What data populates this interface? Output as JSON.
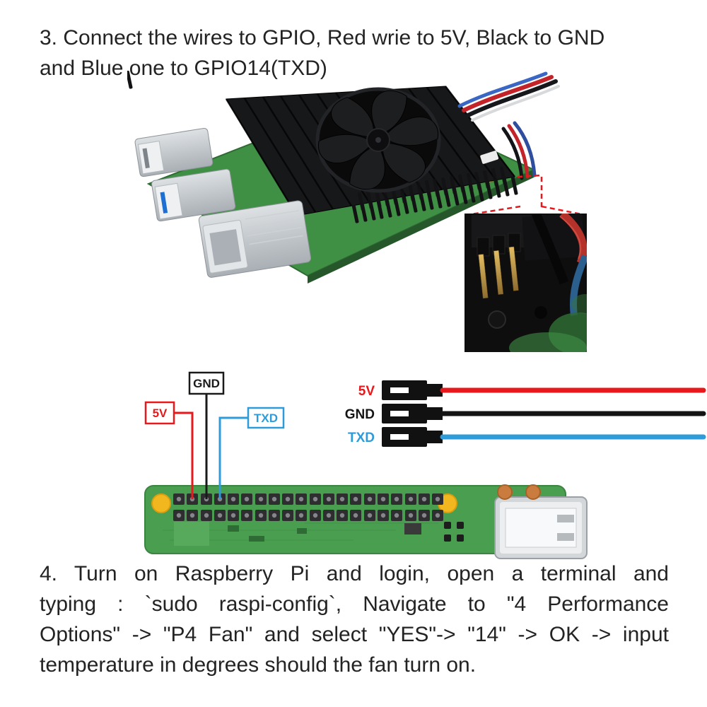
{
  "step3": {
    "lines": [
      "3. Connect the wires to GPIO, Red wrie to 5V, Black to GND",
      "and Blue one to GPIO14(TXD)"
    ]
  },
  "step4": {
    "lines": [
      "4. Turn on Raspberry Pi and login, open a terminal and",
      "typing : `sudo raspi-config`, Navigate to \"4 Performance",
      "Options\" -> \"P4 Fan\" and select \"YES\"-> \"14\" -> OK -> input",
      "temperature in degrees should the fan turn on."
    ]
  },
  "pin_labels": {
    "gnd": "GND",
    "five_v": "5V",
    "txd": "TXD"
  },
  "wire_rows": [
    {
      "label": "5V",
      "color": "#e8191c"
    },
    {
      "label": "GND",
      "color": "#141414"
    },
    {
      "label": "TXD",
      "color": "#2f9bd8"
    }
  ],
  "colors": {
    "red": "#e8191c",
    "blue": "#2f9bd8",
    "wire_black": "#141414",
    "board_green": "#4a9e4f",
    "hole_yellow": "#f2b71e",
    "copper": "#c97c3e"
  }
}
